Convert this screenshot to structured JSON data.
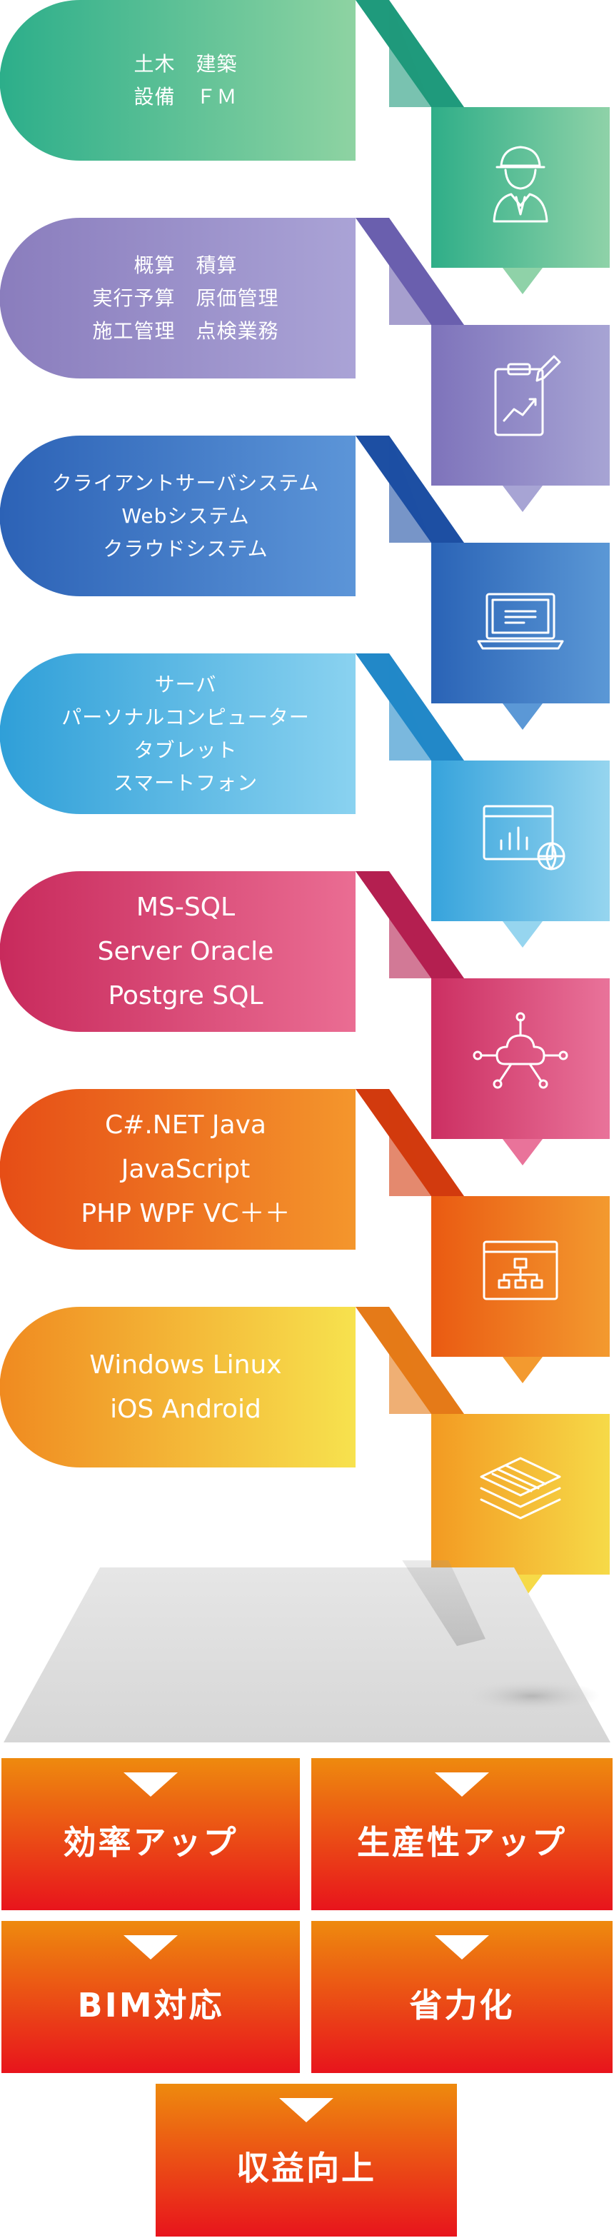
{
  "tiers": [
    {
      "lines": [
        "土木　建築",
        "設備　ＦＭ"
      ],
      "icon": "engineer-helmet-icon",
      "colors": {
        "a": "#2cae8a",
        "b": "#8ed3a2",
        "c": "#1f9a7c",
        "d": "#2fae88",
        "e": "#8fd2a8"
      }
    },
    {
      "lines": [
        "概算　積算",
        "実行予算　原価管理",
        "施工管理　点検業務"
      ],
      "icon": "clipboard-chart-icon",
      "colors": {
        "a": "#8a7dbd",
        "b": "#aaa3d6",
        "c": "#6a5fae",
        "d": "#7e73bb",
        "e": "#a7a4d4"
      }
    },
    {
      "lines": [
        "クライアントサーバシステム",
        "Webシステム",
        "クラウドシステム"
      ],
      "icon": "laptop-icon",
      "colors": {
        "a": "#2c62b6",
        "b": "#5c95d8",
        "c": "#1d4fa3",
        "d": "#2a63b6",
        "e": "#5b98d6"
      }
    },
    {
      "lines": [
        "サーバ",
        "パーソナルコンピューター",
        "タブレット",
        "スマートフォン"
      ],
      "icon": "browser-globe-icon",
      "colors": {
        "a": "#2f9fd8",
        "b": "#8ad2f0",
        "c": "#2288c8",
        "d": "#36a3dc",
        "e": "#96d5ef"
      }
    },
    {
      "lines": [
        "MS-SQL",
        "Server Oracle",
        "Postgre SQL"
      ],
      "icon": "cloud-network-icon",
      "colors": {
        "a": "#c82a5c",
        "b": "#ea6d93",
        "c": "#b41f50",
        "d": "#cc2f62",
        "e": "#e9739a"
      }
    },
    {
      "lines": [
        "C#.NET  Java",
        "JavaScript",
        "PHP  WPF  VC＋＋"
      ],
      "icon": "sitemap-window-icon",
      "colors": {
        "a": "#e64d16",
        "b": "#f4962c",
        "c": "#d23a0e",
        "d": "#ea5a12",
        "e": "#f39a2f"
      }
    },
    {
      "lines": [
        "Windows   Linux",
        "iOS    Android"
      ],
      "icon": "layers-icon",
      "colors": {
        "a": "#f08a20",
        "b": "#f7e24e",
        "c": "#e57a18",
        "d": "#f39a22",
        "e": "#f6da48"
      }
    }
  ],
  "results": {
    "r1": "効率アップ",
    "r2": "生産性アップ",
    "r3": "BIM対応",
    "r4": "省力化",
    "r5": "収益向上"
  }
}
